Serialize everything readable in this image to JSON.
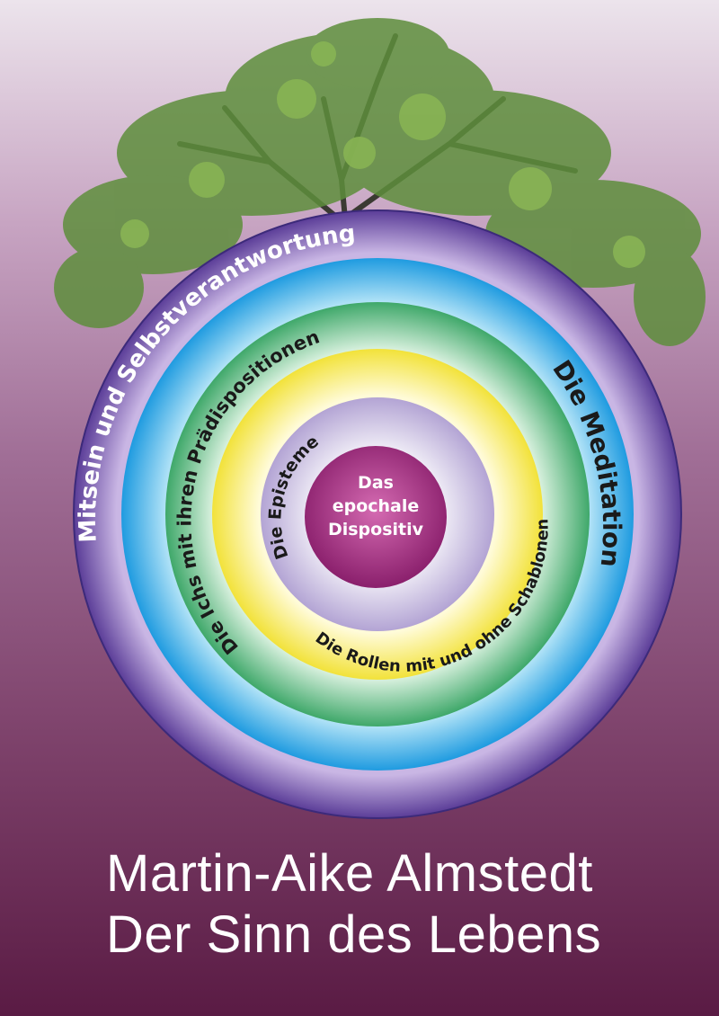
{
  "cover": {
    "author": "Martin-Aike Almstedt",
    "title": "Der Sinn des Lebens"
  },
  "rings": [
    {
      "label": "Mitsein und Selbstverantwortung",
      "color": "#ffffff"
    },
    {
      "label": "Die Meditation",
      "color": "#1a1a1a"
    },
    {
      "label": "Die Ichs mit ihren Prädispositionen",
      "color": "#1a1a1a"
    },
    {
      "label": "Die Rollen mit und ohne Schablonen",
      "color": "#1a1a1a"
    },
    {
      "label": "Die Episteme",
      "color": "#1a1a1a"
    }
  ],
  "core": {
    "lines": [
      "Das",
      "epochale",
      "Dispositiv"
    ]
  },
  "colors": {
    "ring_outer": "#5b3d98",
    "ring_blue": "#1f9be0",
    "ring_green": "#3fa86a",
    "ring_yellow": "#f2e23a",
    "ring_inner": "#cfc4e0",
    "core": "#9a2a78",
    "foliage": "#5e8e3c"
  },
  "decorations": [
    "tree-image"
  ]
}
